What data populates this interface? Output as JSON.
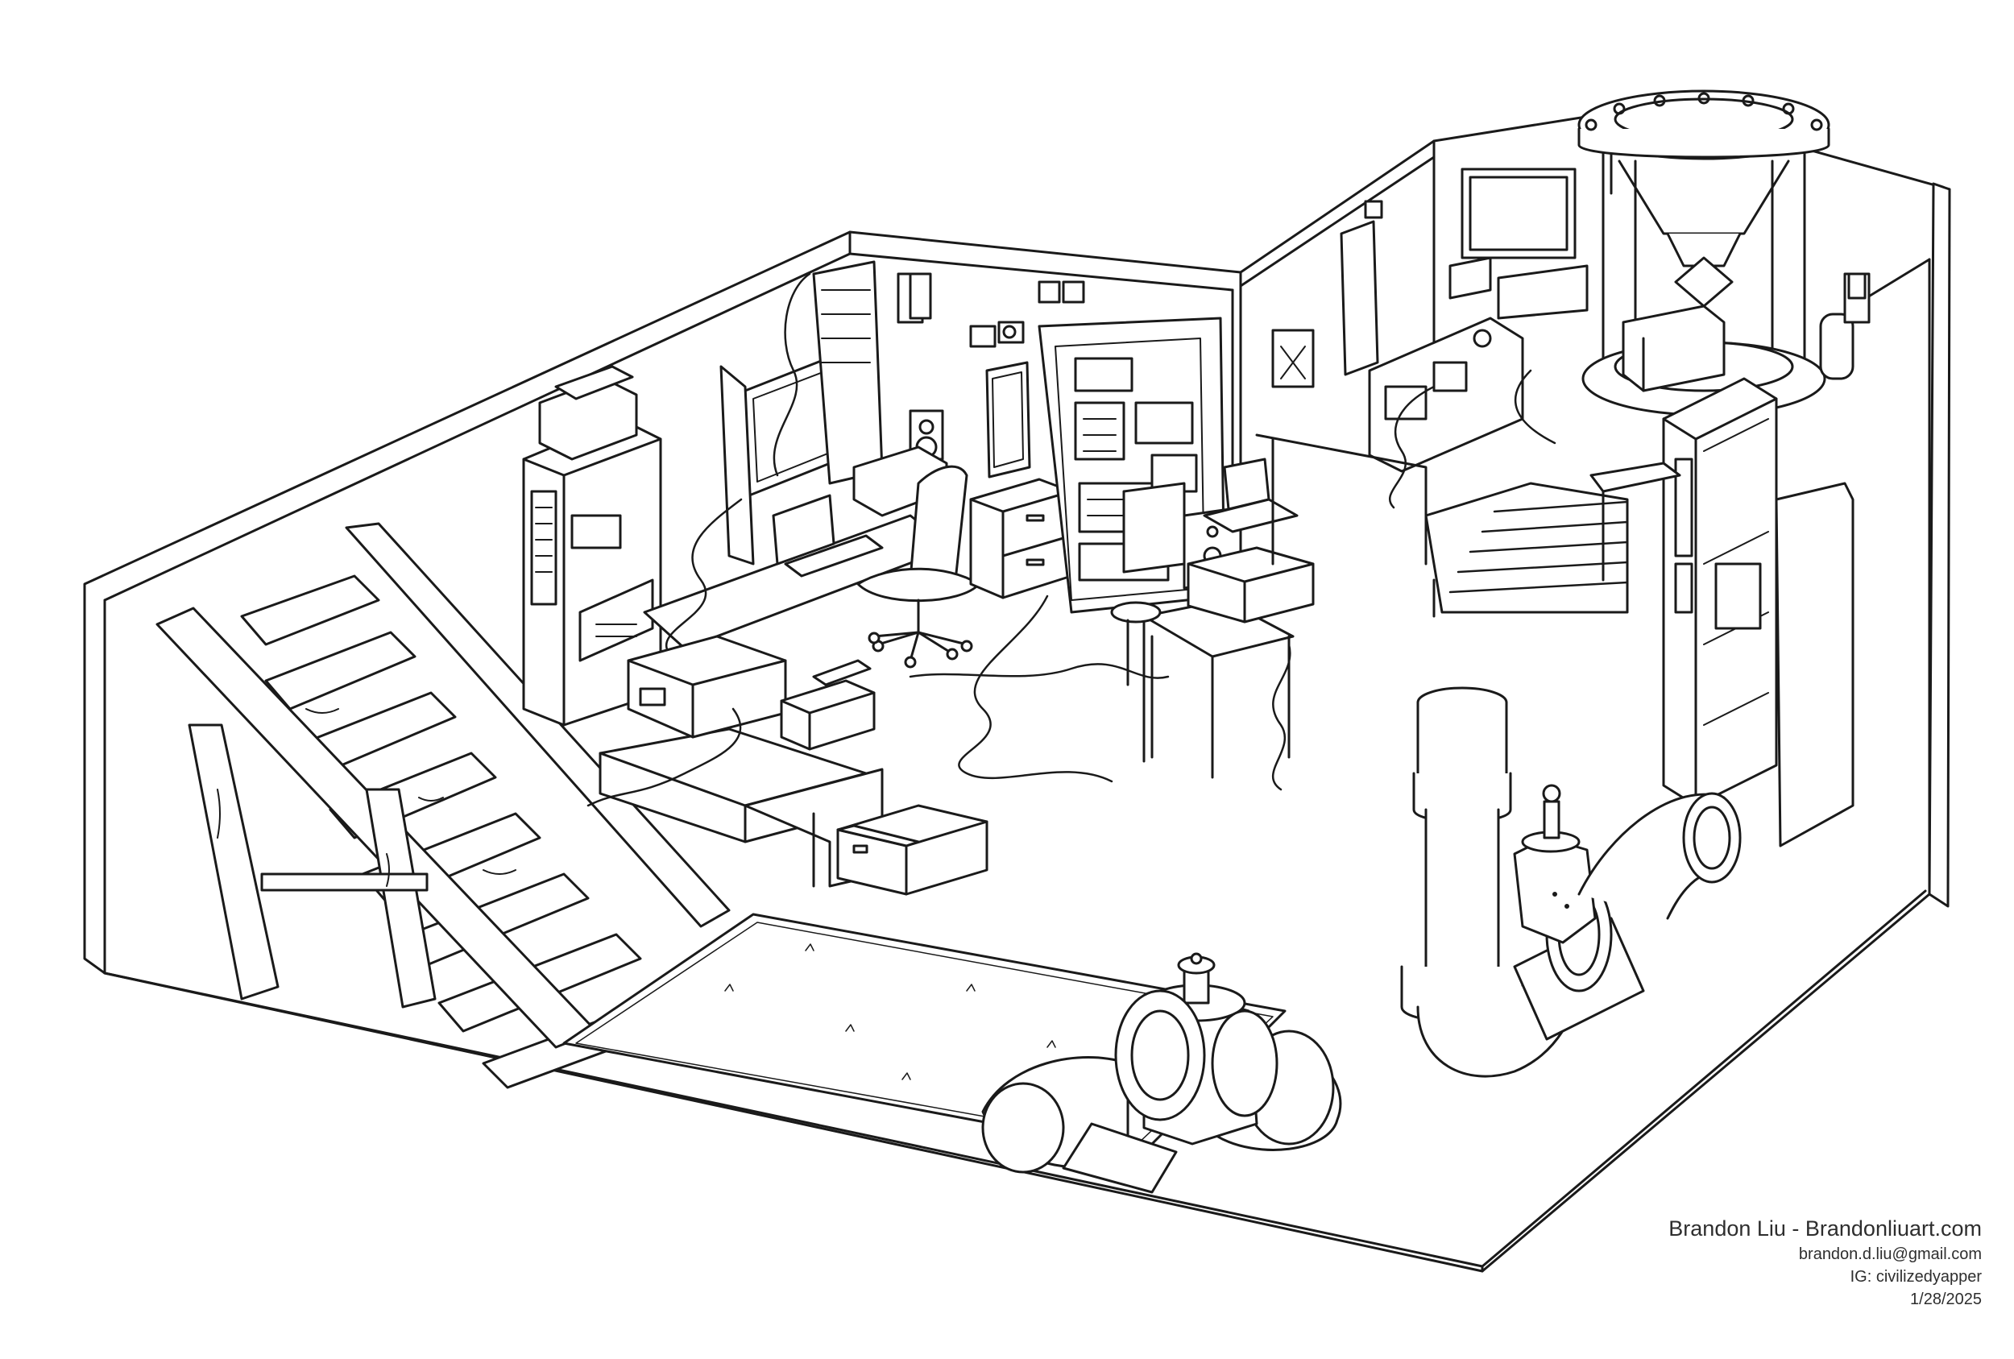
{
  "artwork": {
    "style": "black line art, isometric basement workshop interior",
    "ink_color": "#1a1a1a",
    "paper_color": "#ffffff",
    "objects": [
      "wooden-staircase",
      "floor-rug",
      "server-racks",
      "desktop-monitors",
      "office-chair",
      "filing-cabinet",
      "printer-desk",
      "cardboard-box",
      "control-console",
      "back-staircase",
      "reactor-tank",
      "vertical-pipe-with-valve",
      "floor-pipe-with-valve",
      "floor-cables"
    ]
  },
  "credits": {
    "main": "Brandon Liu - Brandonliuart.com",
    "email": "brandon.d.liu@gmail.com",
    "instagram": "IG: civilizedyapper",
    "date": "1/28/2025"
  }
}
